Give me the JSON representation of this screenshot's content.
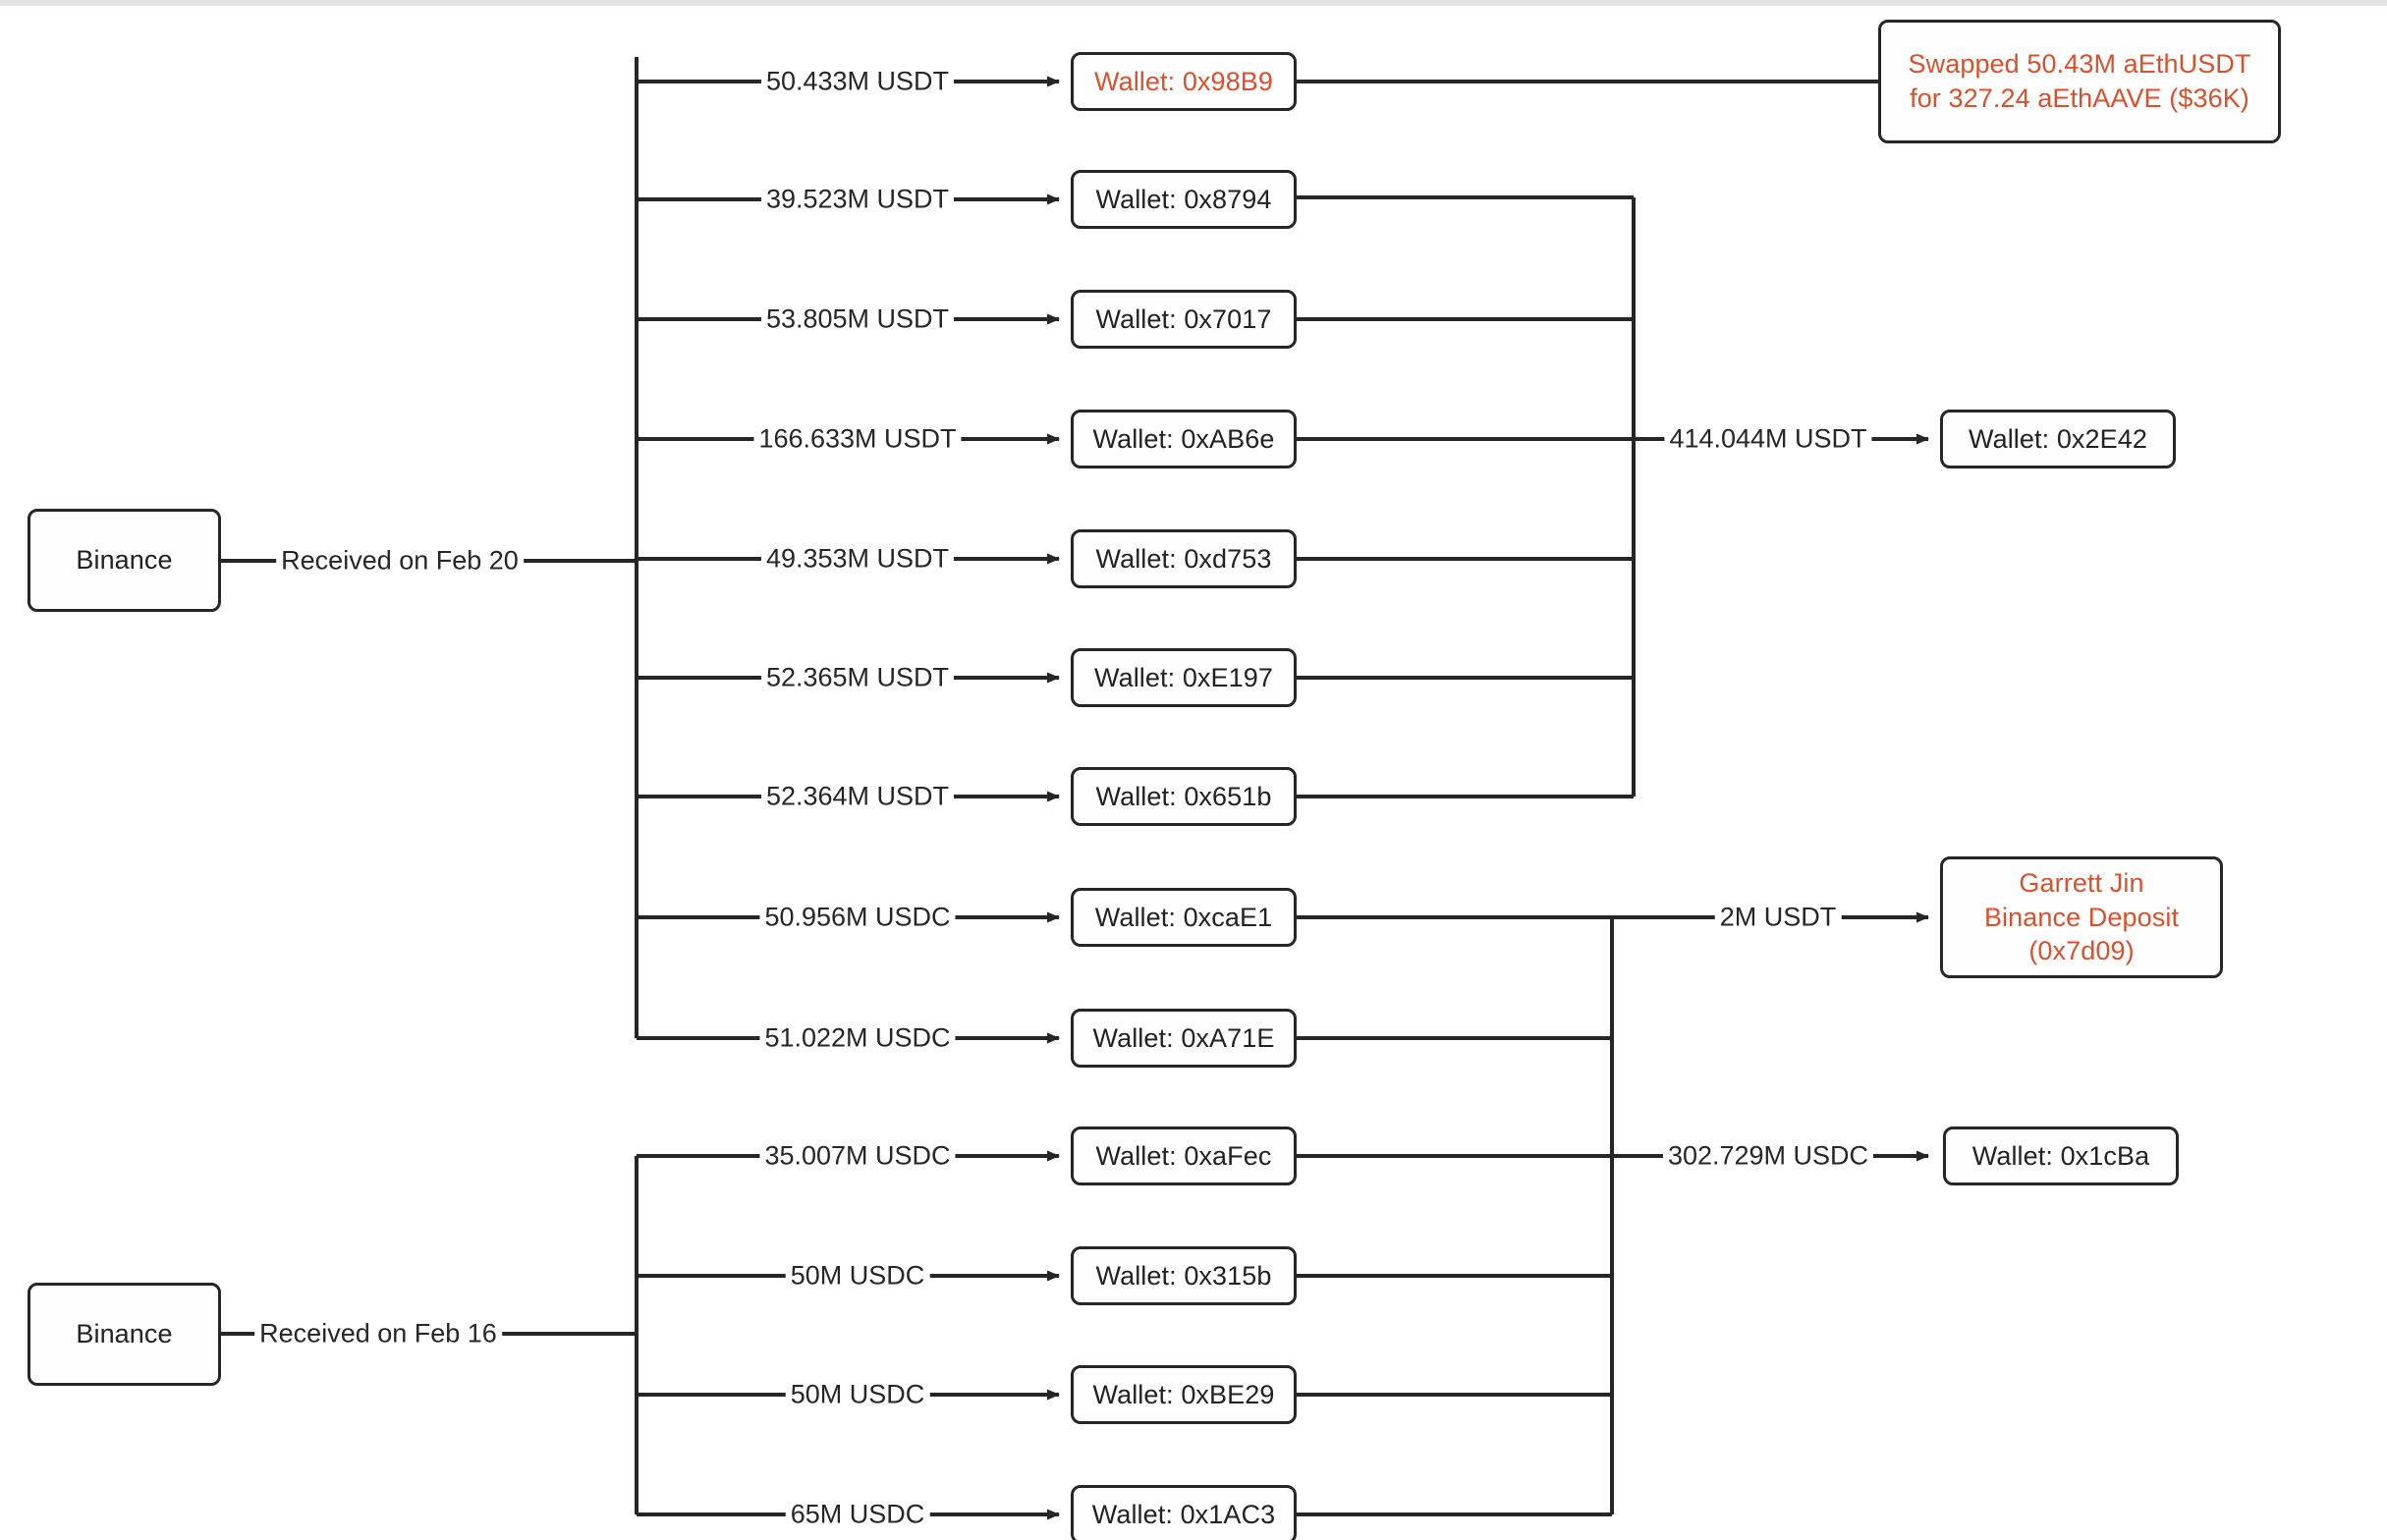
{
  "diagram": {
    "title": "Binance fund flow to wallets",
    "colors": {
      "accent": "#d9512c",
      "stroke": "#262626",
      "node_fill": "#fefefe",
      "background": "#ffffff"
    },
    "sources": [
      {
        "id": "binance-feb20",
        "label": "Binance",
        "edge_label": "Received on Feb 20"
      },
      {
        "id": "binance-feb16",
        "label": "Binance",
        "edge_label": "Received on Feb 16"
      }
    ],
    "wallets": [
      {
        "id": "w-98B9",
        "label": "Wallet: 0x98B9",
        "amount": "50.433M USDT",
        "accent": true
      },
      {
        "id": "w-8794",
        "label": "Wallet: 0x8794",
        "amount": "39.523M USDT",
        "accent": false
      },
      {
        "id": "w-7017",
        "label": "Wallet: 0x7017",
        "amount": "53.805M USDT",
        "accent": false
      },
      {
        "id": "w-AB6e",
        "label": "Wallet: 0xAB6e",
        "amount": "166.633M USDT",
        "accent": false
      },
      {
        "id": "w-d753",
        "label": "Wallet: 0xd753",
        "amount": "49.353M USDT",
        "accent": false
      },
      {
        "id": "w-E197",
        "label": "Wallet: 0xE197",
        "amount": "52.365M USDT",
        "accent": false
      },
      {
        "id": "w-651b",
        "label": "Wallet: 0x651b",
        "amount": "52.364M USDT",
        "accent": false
      },
      {
        "id": "w-caE1",
        "label": "Wallet: 0xcaE1",
        "amount": "50.956M USDC",
        "accent": false
      },
      {
        "id": "w-A71E",
        "label": "Wallet: 0xA71E",
        "amount": "51.022M USDC",
        "accent": false
      },
      {
        "id": "w-aFec",
        "label": "Wallet: 0xaFec",
        "amount": "35.007M USDC",
        "accent": false
      },
      {
        "id": "w-315b",
        "label": "Wallet: 0x315b",
        "amount": "50M USDC",
        "accent": false
      },
      {
        "id": "w-BE29",
        "label": "Wallet: 0xBE29",
        "amount": "50M USDC",
        "accent": false
      },
      {
        "id": "w-1AC3",
        "label": "Wallet: 0x1AC3",
        "amount": "65M USDC",
        "accent": false
      }
    ],
    "outputs": [
      {
        "id": "out-swap",
        "label": "Swapped 50.43M aEthUSDT\nfor 327.24 aEthAAVE ($36K)",
        "edge_label": "",
        "accent": true
      },
      {
        "id": "out-2E42",
        "label": "Wallet: 0x2E42",
        "edge_label": "414.044M USDT",
        "accent": false
      },
      {
        "id": "out-garrett",
        "label": "Garrett Jin\nBinance Deposit\n(0x7d09)",
        "edge_label": "2M USDT",
        "accent": true
      },
      {
        "id": "out-1cBa",
        "label": "Wallet: 0x1cBa",
        "edge_label": "302.729M USDC",
        "accent": false
      }
    ]
  }
}
